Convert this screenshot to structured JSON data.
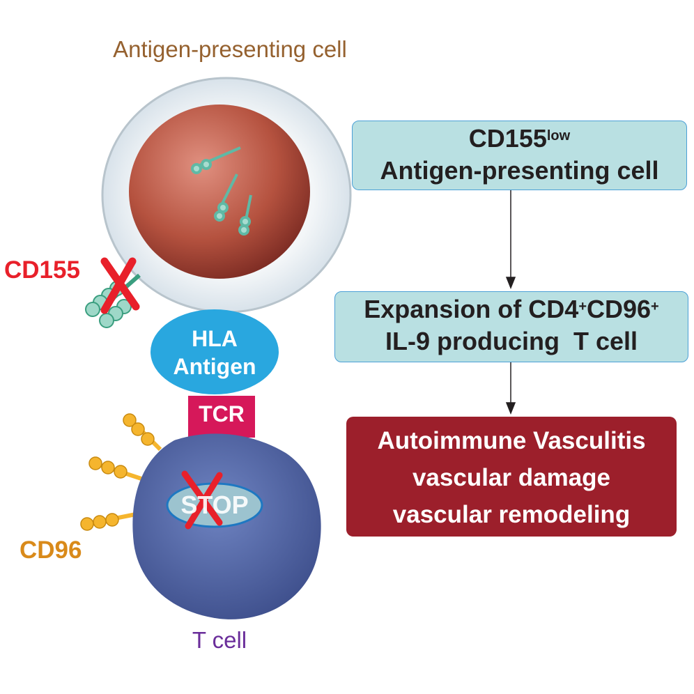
{
  "title": "Antigen-presenting cell",
  "labels": {
    "cd155": "CD155",
    "hla_line1": "HLA",
    "hla_line2": "Antigen",
    "tcr": "TCR",
    "stop": "STOP",
    "cd96": "CD96",
    "t_cell": "T cell"
  },
  "flow": {
    "box1": {
      "main": "CD155",
      "sup": "low",
      "line2": "Antigen-presenting cell"
    },
    "box2": {
      "part1": "Expansion of CD4",
      "sup1": "+",
      "part2": "CD96",
      "sup2": "+",
      "line2": "IL-9 producing  T cell"
    },
    "box3": {
      "line1": "Autoimmune Vasculitis",
      "line2": "vascular damage",
      "line3": "vascular remodeling"
    }
  },
  "colors": {
    "title": "#95612f",
    "cd155": "#e8202a",
    "cd96": "#d98a1a",
    "t_cell_label": "#6a2d9a",
    "hla": "#29a7df",
    "tcr": "#d6185a",
    "box_fill": "#b9e0e2",
    "box_border": "#4a9fd6",
    "outcome_box": "#9c1f2b"
  }
}
